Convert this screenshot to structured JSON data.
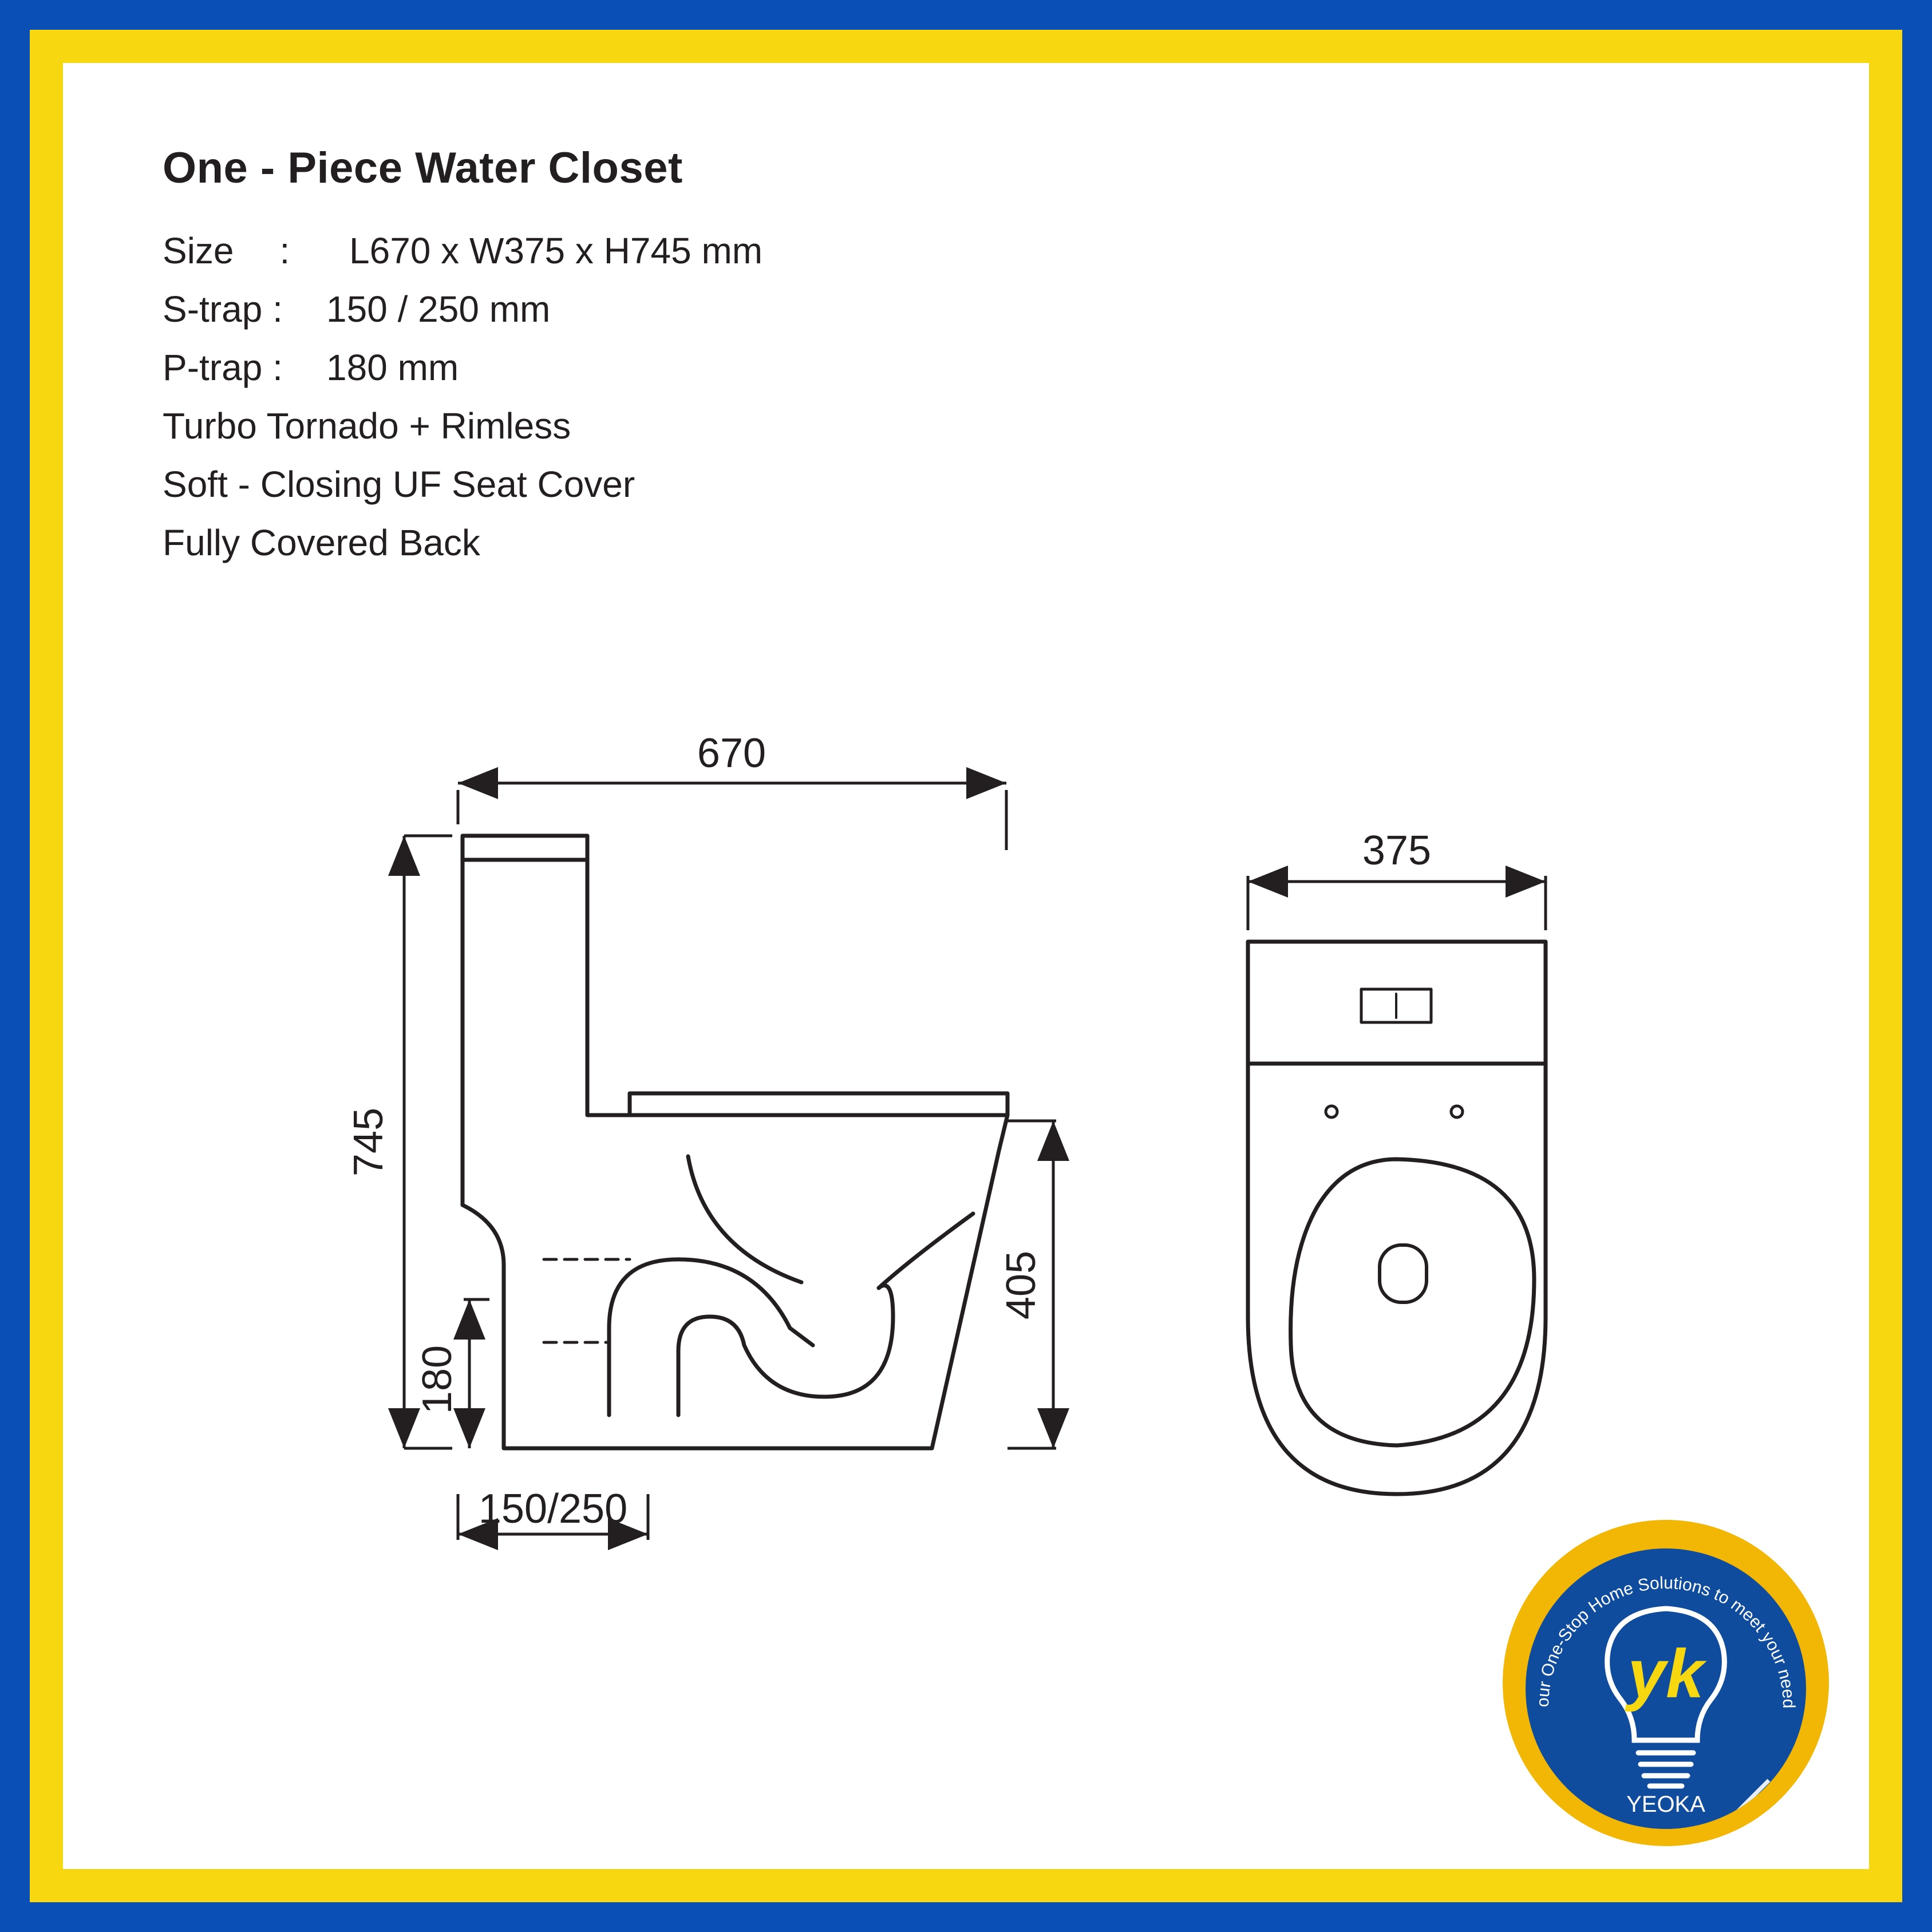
{
  "product": {
    "title": "One - Piece Water Closet",
    "specs": [
      {
        "label": "Size",
        "value": "L670 x W375 x H745 mm"
      },
      {
        "label": "S-trap",
        "value": "150 / 250 mm"
      },
      {
        "label": "P-trap",
        "value": "180 mm"
      }
    ],
    "features": [
      "Turbo Tornado + Rimless",
      "Soft - Closing UF Seat Cover",
      "Fully Covered Back"
    ]
  },
  "dimensions": {
    "length": "670",
    "width": "375",
    "height": "745",
    "bowl_height": "405",
    "p_trap": "180",
    "s_trap": "150/250"
  },
  "brand": {
    "name": "YEOKA",
    "monogram": "yk",
    "tagline": "Your One-Stop Home Solutions to meet your needs"
  },
  "colors": {
    "outer_border": "#0a4fb5",
    "inner_border": "#f7d70f",
    "line": "#231f20"
  }
}
